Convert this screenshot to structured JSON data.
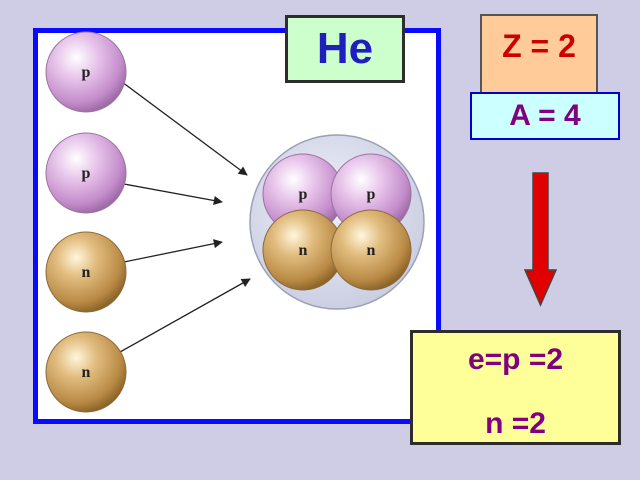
{
  "title": "He",
  "z_label": "Z = 2",
  "a_label": "A = 4",
  "proton_label": "p",
  "neutron_label": "n",
  "counts": {
    "electrons_protons": "e=p =2",
    "neutrons": "n =2"
  },
  "colors": {
    "frame": "#0a0aff",
    "proton": "#d9a8de",
    "neutron": "#c99a55",
    "nucleus": "#d8dcec",
    "arrow": "#e00000"
  }
}
